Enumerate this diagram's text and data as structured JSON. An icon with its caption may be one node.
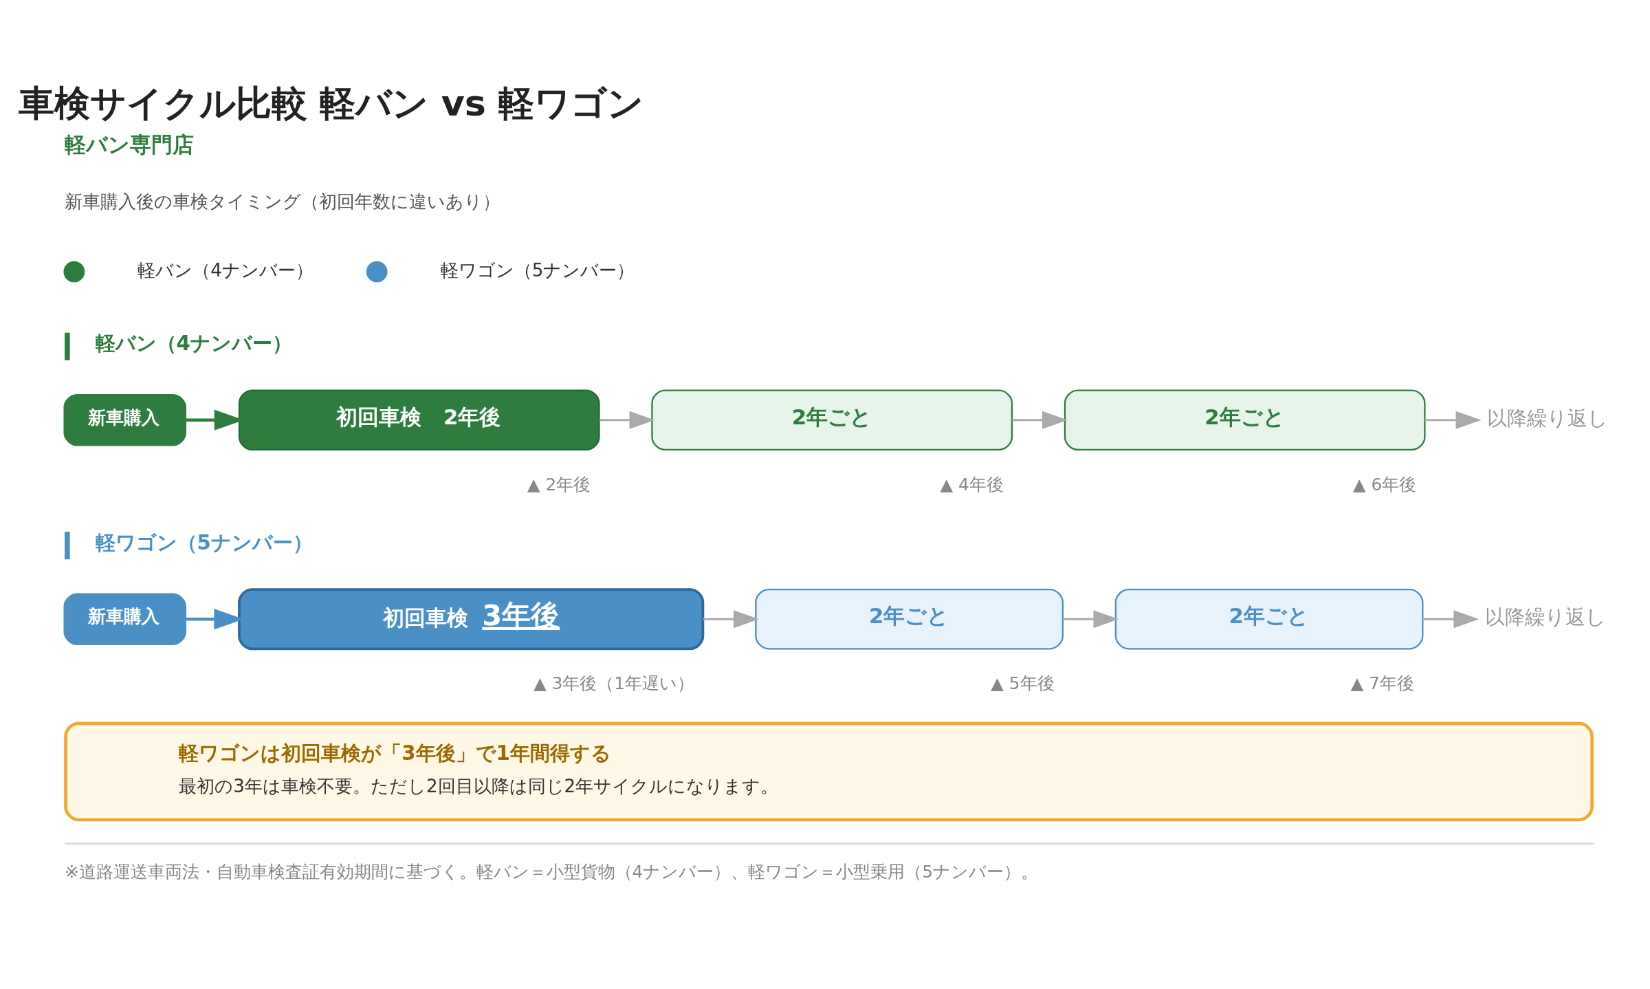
{
  "diagram": {
    "title": "車検サイクル比較 軽バン vs 軽ワゴン",
    "nodes": [
      {
        "text": [
          "新車購入"
        ]
      },
      {
        "text": [
          "初回車検 2年後"
        ],
        "beside": [
          "▲ 2年後"
        ]
      },
      {
        "text": [
          "2年ごと"
        ],
        "beside": [
          "▲ 4年後"
        ]
      },
      {
        "text": [
          "2年ごと"
        ],
        "beside": [
          "▲ 6年後"
        ]
      },
      {
        "text": [
          "以降繰り返し"
        ]
      },
      {
        "text": [
          "新車購入"
        ]
      },
      {
        "text": [
          "初回車検 3年後"
        ],
        "beside": [
          "▲ 3年後（1年遅い）"
        ]
      },
      {
        "text": [
          "2年ごと"
        ],
        "beside": [
          "▲ 5年後"
        ]
      },
      {
        "text": [
          "2年ごと"
        ],
        "beside": [
          "▲ 7年後"
        ]
      },
      {
        "text": [
          "以降繰り返し"
        ]
      },
      {
        "text": [
          "軽ワゴンは初回車検が「3年後」で1年間得する",
          "最初の3年は車検不要。ただし2回目以降は同じ2年サイクルになります。"
        ]
      }
    ],
    "edges": [
      {
        "from": 0,
        "to": 1,
        "arrow": "to",
        "color": "#2e7d3e"
      },
      {
        "from": 1,
        "to": 2,
        "arrow": "to"
      },
      {
        "from": 2,
        "to": 3,
        "arrow": "to"
      },
      {
        "from": 3,
        "to": 4,
        "arrow": "to"
      },
      {
        "from": 5,
        "to": 6,
        "arrow": "to",
        "color": "#4a90c6"
      },
      {
        "from": 6,
        "to": 7,
        "arrow": "to"
      },
      {
        "from": 7,
        "to": 8,
        "arrow": "to"
      },
      {
        "from": 8,
        "to": 9,
        "arrow": "to"
      }
    ],
    "labels": [
      "軽バン専門店",
      "新車購入後の車検タイミング（初回年数に違いあり）",
      "軽バン（4ナンバー）",
      "軽ワゴン（5ナンバー）",
      "※道路運送車両法・自動車検査証有効期間に基づく。軽バン＝小型貨物（4ナンバー）、軽ワゴン＝小型乗用（5ナンバー）。"
    ],
    "legend": [
      {
        "text": "軽バン（4ナンバー）",
        "color": "#2e7d3e"
      },
      {
        "text": "軽ワゴン（5ナンバー）",
        "color": "#4a90c6"
      }
    ]
  }
}
